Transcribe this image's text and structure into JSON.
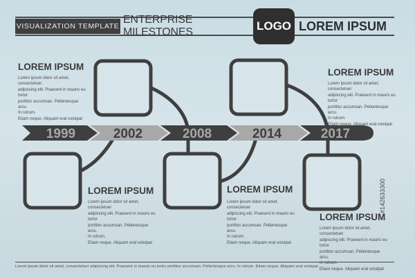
{
  "header": {
    "visualization_label": "VISUALIZATION TEMPLATE",
    "subtitle": "ENTERPRISE MILESTONES",
    "logo": "LOGO",
    "title": "LOREM IPSUM"
  },
  "milestones": [
    {
      "year": "1999",
      "title": "LOREM IPSUM",
      "body": [
        "Lorem ipsum dolor sit amet, consectetuer",
        "adipiscing elit. Praesent in mauris eu tortor",
        "porttitor accumsan. Pellentesque arcu.",
        "In rutrum.",
        "Etiam neque. Aliquam erat volutpat"
      ]
    },
    {
      "year": "2002",
      "title": "LOREM IPSUM",
      "body": [
        "Lorem ipsum dolor sit amet, consectetuer",
        "adipiscing elit. Praesent in mauris eu tortor",
        "porttitor accumsan. Pellentesque arcu.",
        "In rutrum.",
        "Etiam neque. Aliquam erat volutpat"
      ]
    },
    {
      "year": "2008",
      "title": "LOREM IPSUM",
      "body": [
        "Lorem ipsum dolor sit amet, consectetuer",
        "adipiscing elit. Praesent in mauris eu tortor",
        "porttitor accumsan. Pellentesque arcu.",
        "In rutrum.",
        "Etiam neque. Aliquam erat volutpat"
      ]
    },
    {
      "year": "2014",
      "title": "LOREM IPSUM",
      "body": [
        "Lorem ipsum dolor sit amet, consectetuer",
        "adipiscing elit. Praesent in mauris eu tortor",
        "porttitor accumsan. Pellentesque arcu.",
        "In rutrum.",
        "Etiam neque. Aliquam erat volutpat"
      ]
    },
    {
      "year": "2017",
      "title": "LOREM IPSUM",
      "body": [
        "Lorem ipsum dolor sit amet, consectetuer",
        "adipiscing elit. Praesent in mauris eu tortor",
        "porttitor accumsan. Pellentesque arcu.",
        "In rutrum.",
        "Etiam neque. Aliquam erat volutpat"
      ]
    }
  ],
  "footer": "Lorem ipsum dolor sit amet, consectetuer adipiscing elit. Praesent in mauris eu tortor porttitor accumsan. Pellentesque arcu. In rutrum. Etiam neque. Aliquam erat volutpat.",
  "watermark": "#142633300",
  "colors": {
    "dark": "#3f3f3f",
    "light_segment": "#a8a8a8",
    "background_top": "#c9dce4",
    "box_fill": "#d7e5eb"
  }
}
